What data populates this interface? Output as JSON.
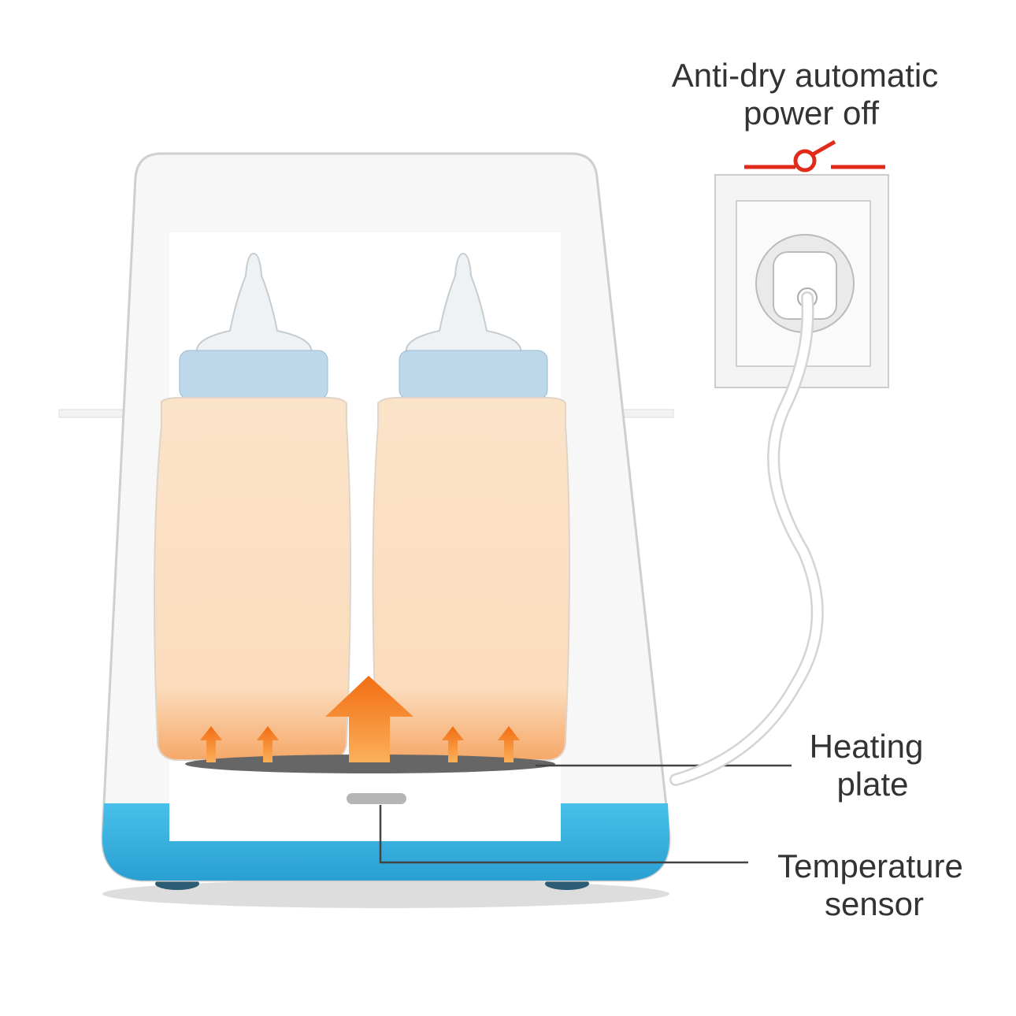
{
  "labels": {
    "anti_dry_line1": "Anti-dry automatic",
    "anti_dry_line2": "power off",
    "heating_line1": "Heating",
    "heating_line2": "plate",
    "sensor_line1": "Temperature",
    "sensor_line2": "sensor"
  },
  "colors": {
    "switch_red": "#e02a1a",
    "base_blue": "#3fb3e0",
    "milk": "#fbe0c4",
    "heat_orange": "#f4801f",
    "collar_blue": "#b8d6ea"
  }
}
